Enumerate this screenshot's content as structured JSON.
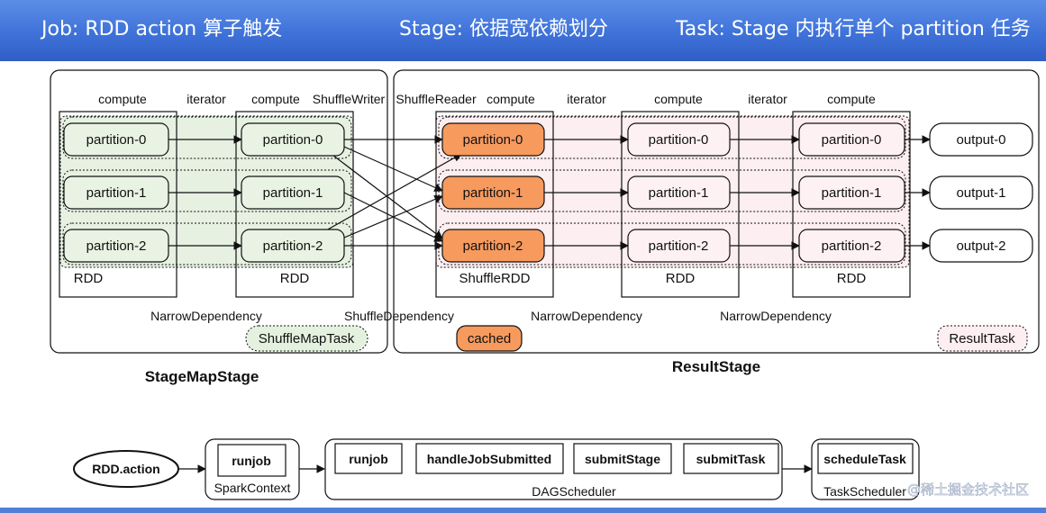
{
  "header": {
    "job": "Job: RDD action 算子触发",
    "stage": "Stage: 依据宽依赖划分",
    "task": "Task: Stage 内执行单个 partition 任务"
  },
  "top_labels": {
    "compute": "compute",
    "iterator": "iterator",
    "shuffle_writer": "ShuffleWriter",
    "shuffle_reader": "ShuffleReader"
  },
  "partitions": [
    "partition-0",
    "partition-1",
    "partition-2"
  ],
  "outputs": [
    "output-0",
    "output-1",
    "output-2"
  ],
  "rdd_labels": {
    "rdd": "RDD",
    "shuffle_rdd": "ShuffleRDD"
  },
  "dependencies": {
    "narrow": "NarrowDependency",
    "shuffle": "ShuffleDependency"
  },
  "tasks": {
    "shuffle_map_task": "ShuffleMapTask",
    "cached": "cached",
    "result_task": "ResultTask"
  },
  "stages": {
    "map_stage": "StageMapStage",
    "result_stage": "ResultStage"
  },
  "flow": {
    "rdd_action": "RDD.action",
    "spark_context_runjob": "runjob",
    "spark_context": "SparkContext",
    "dag_runjob": "runjob",
    "handle_job_submitted": "handleJobSubmitted",
    "submit_stage": "submitStage",
    "submit_task": "submitTask",
    "dag_scheduler": "DAGScheduler",
    "schedule_task": "scheduleTask",
    "task_scheduler": "TaskScheduler"
  },
  "watermark": "@稀土掘金技术社区",
  "colors": {
    "header_blue": "#3f72d9",
    "map_partition_fill": "#e6f2e1",
    "cached_orange": "#f79a5e",
    "result_partition_fill": "#fdf1f3"
  }
}
